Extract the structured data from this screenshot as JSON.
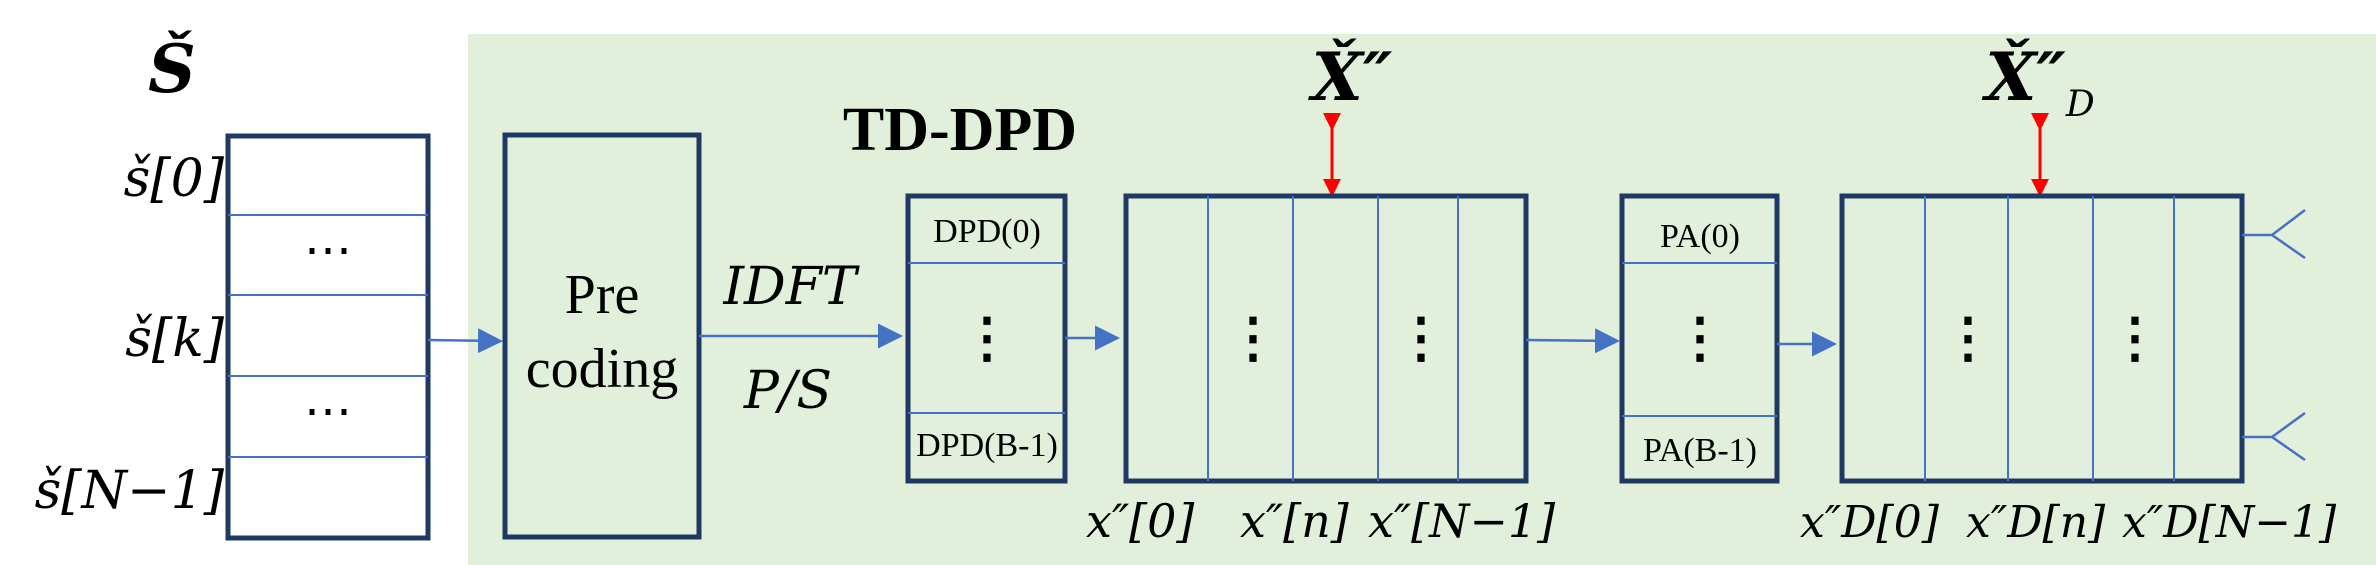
{
  "symbol_block": {
    "title": "Š",
    "rows": [
      "š[0]",
      "š[k]",
      "š[N−1]"
    ],
    "inner_cells": [
      "⋯",
      "⋯"
    ]
  },
  "precoding": {
    "label_line1": "Pre",
    "label_line2": "coding"
  },
  "transform": {
    "top": "IDFT",
    "bottom": "P/S"
  },
  "td_dpd": {
    "title": "TD-DPD",
    "top_label": "DPD(0)",
    "dots": "⋮",
    "bottom_label": "DPD(B-1)"
  },
  "dpd_output": {
    "title": "X̌″",
    "dots": [
      "⋮",
      "⋮"
    ],
    "labels": [
      "x″[0]",
      "x″[n]",
      "x″[N−1]"
    ]
  },
  "pa": {
    "top_label": "PA(0)",
    "dots": "⋮",
    "bottom_label": "PA(B-1)"
  },
  "pa_output": {
    "title_base": "X̌″",
    "title_sub": "D",
    "dots": [
      "⋮",
      "⋮"
    ],
    "labels": [
      "x″D[0]",
      "x″D[n]",
      "x″D[N−1]"
    ]
  },
  "colors": {
    "background_panel": "#e2efda",
    "box_stroke": "#1f3864",
    "arrow": "#4472c4",
    "feedback_arrow": "#ff0000"
  }
}
